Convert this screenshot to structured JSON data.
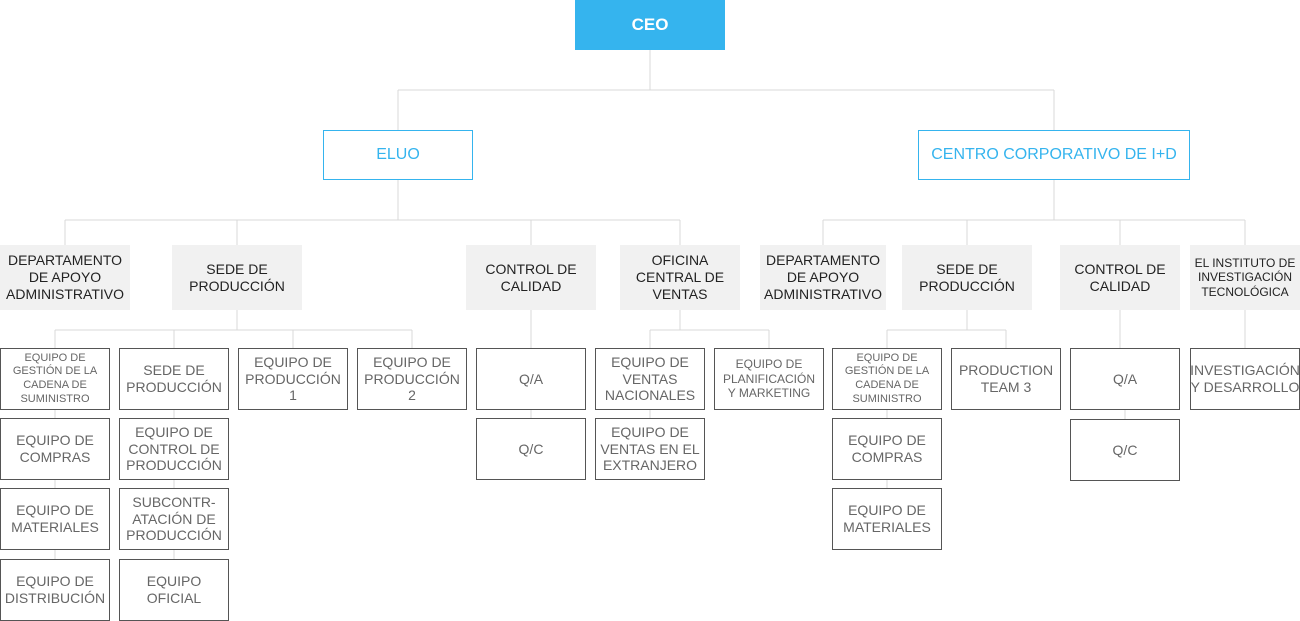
{
  "theme": {
    "accent_color": "#35b4ee",
    "connector_color": "#d8d8d8"
  },
  "org": {
    "ceo": "CEO",
    "units": {
      "eluo": "ELUO",
      "rd_center": "CENTRO CORPORATIVO DE I+D"
    },
    "departments": {
      "eluo_admin": "DEPARTAMENTO DE APOYO ADMINISTRATIVO",
      "eluo_production": "SEDE DE PRODUCCIÓN",
      "eluo_quality": "CONTROL DE CALIDAD",
      "eluo_sales": "OFICINA CENTRAL DE VENTAS",
      "rd_admin": "DEPARTAMENTO DE APOYO ADMINISTRATIVO",
      "rd_production": "SEDE DE PRODUCCIÓN",
      "rd_quality": "CONTROL DE CALIDAD",
      "rd_institute": "EL INSTITUTO DE INVESTIGACIÓN TECNOLÓGICA"
    },
    "teams": {
      "eluo_supply_chain": "EQUIPO DE GESTIÓN DE LA CADENA DE SUMINISTRO",
      "eluo_purchasing": "EQUIPO DE COMPRAS",
      "eluo_materials": "EQUIPO DE MATERIALES",
      "eluo_distribution": "EQUIPO DE DISTRIBUCIÓN",
      "eluo_production_hq": "SEDE DE PRODUCCIÓN",
      "eluo_production_control": "EQUIPO DE CONTROL DE PRODUCCIÓN",
      "eluo_subcontracting": "SUBCONTR-ATACIÓN DE PRODUCCIÓN",
      "eluo_official": "EQUIPO OFICIAL",
      "eluo_production_1": "EQUIPO DE PRODUCCIÓN 1",
      "eluo_production_2": "EQUIPO DE PRODUCCIÓN 2",
      "eluo_qa": "Q/A",
      "eluo_qc": "Q/C",
      "eluo_domestic_sales": "EQUIPO DE VENTAS NACIONALES",
      "eluo_foreign_sales": "EQUIPO DE VENTAS EN EL EXTRANJERO",
      "eluo_planning_marketing": "EQUIPO DE PLANIFICACIÓN Y MARKETING",
      "rd_supply_chain": "EQUIPO DE GESTIÓN DE LA CADENA DE SUMINISTRO",
      "rd_purchasing": "EQUIPO DE COMPRAS",
      "rd_materials": "EQUIPO DE MATERIALES",
      "rd_production_team_3": "PRODUCTION TEAM 3",
      "rd_qa": "Q/A",
      "rd_qc": "Q/C",
      "rd_research_development": "INVESTIGACIÓN Y DESARROLLO"
    }
  }
}
